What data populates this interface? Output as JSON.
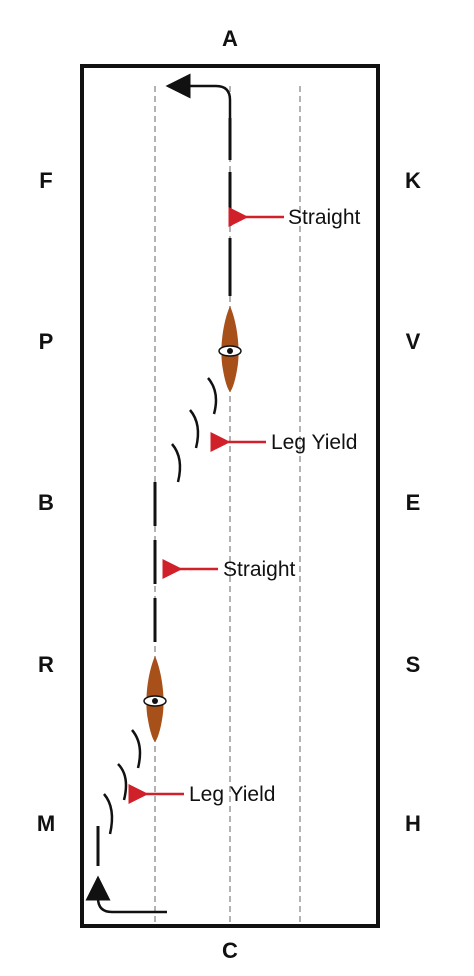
{
  "arena": {
    "letters": {
      "top": "A",
      "bottom": "C",
      "left": [
        "F",
        "P",
        "B",
        "R",
        "M"
      ],
      "right": [
        "K",
        "V",
        "E",
        "S",
        "H"
      ]
    }
  },
  "annotations": {
    "straight_upper": "Straight",
    "leg_yield_upper": "Leg Yield",
    "straight_lower": "Straight",
    "leg_yield_lower": "Leg Yield"
  },
  "colors": {
    "arrow": "#d0202a",
    "horse": "#a8501a",
    "line": "#111111",
    "guide": "#9a9a9a"
  }
}
